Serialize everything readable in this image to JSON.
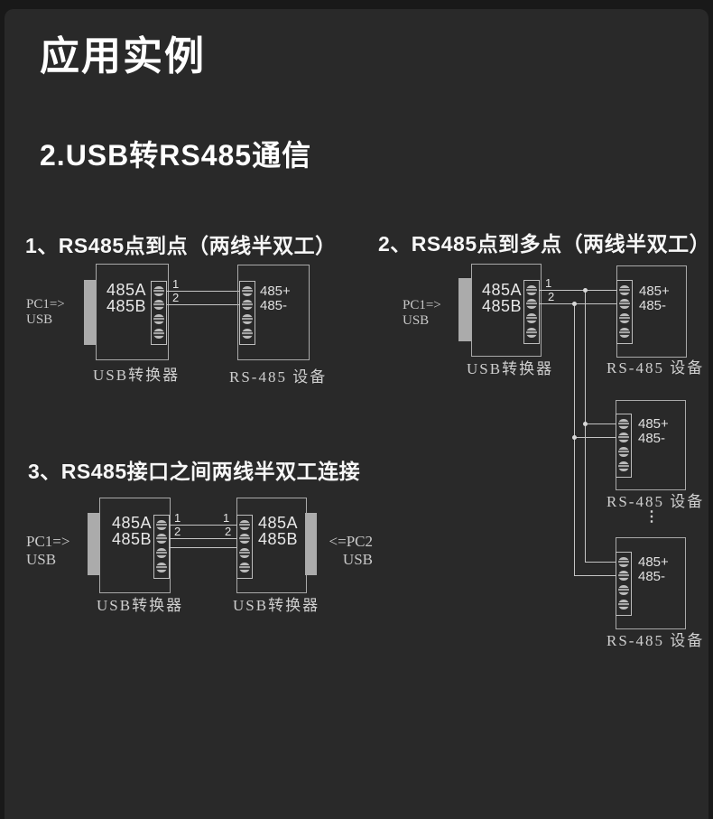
{
  "page": {
    "title": "应用实例",
    "subtitle": "2.USB转RS485通信"
  },
  "colors": {
    "frame_background": "#191919",
    "panel_background": "#292929",
    "wire_line": "#c4c4c4",
    "heading_text": "#ffffff",
    "label_text": "#c9c9c9",
    "connector_gray": "#ababab"
  },
  "diagram1": {
    "heading": "1、RS485点到点（两线半双工）",
    "pc_label": "PC1=>",
    "pc_sub": "USB",
    "port_a": "485A",
    "port_b": "485B",
    "wire1": "1",
    "wire2": "2",
    "device_plus": "485+",
    "device_minus": "485-",
    "converter_caption": "USB转换器",
    "device_caption": "RS-485 设备"
  },
  "diagram2": {
    "heading": "2、RS485点到多点（两线半双工）",
    "pc_label": "PC1=>",
    "pc_sub": "USB",
    "port_a": "485A",
    "port_b": "485B",
    "wire1": "1",
    "wire2": "2",
    "converter_caption": "USB转换器",
    "ellipsis": "⋮",
    "devices": [
      {
        "plus": "485+",
        "minus": "485-",
        "caption": "RS-485 设备"
      },
      {
        "plus": "485+",
        "minus": "485-",
        "caption": "RS-485 设备"
      },
      {
        "plus": "485+",
        "minus": "485-",
        "caption": "RS-485 设备"
      }
    ]
  },
  "diagram3": {
    "heading": "3、RS485接口之间两线半双工连接",
    "pc1_label": "PC1=>",
    "pc1_sub": "USB",
    "pc2_label": "<=PC2",
    "pc2_sub": "USB",
    "left_port_a": "485A",
    "left_port_b": "485B",
    "right_port_a": "485A",
    "right_port_b": "485B",
    "wire1": "1",
    "wire2": "2",
    "left_caption": "USB转换器",
    "right_caption": "USB转换器"
  }
}
